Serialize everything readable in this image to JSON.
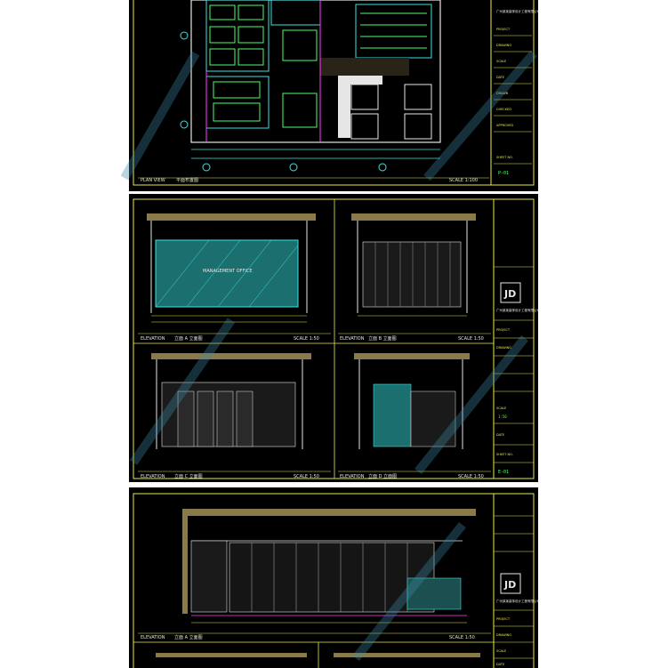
{
  "sheets": [
    {
      "label": "PLAN VIEW",
      "cn_label": "平面布置图",
      "scale": "SCALE 1:100",
      "title_block": [
        "广州某某装饰设计工程有限公司",
        "PROJECT",
        "DRAWING",
        "SCALE",
        "DATE",
        "DRAWN",
        "CHECKED",
        "APPROVED",
        "SHEET NO.",
        "P-01"
      ]
    },
    {
      "elevations": [
        {
          "label": "ELEVATION",
          "cn": "立面 A 立面图",
          "scale": "SCALE 1:50",
          "room_text": "MANAGEMENT OFFICE"
        },
        {
          "label": "ELEVATION",
          "cn": "立面 B 立面图",
          "scale": "SCALE 1:50"
        },
        {
          "label": "ELEVATION",
          "cn": "立面 C 立面图",
          "scale": "SCALE 1:50"
        },
        {
          "label": "ELEVATION",
          "cn": "立面 D 立面图",
          "scale": "SCALE 1:50"
        }
      ],
      "title_block": [
        "JD",
        "广州某某装饰设计工程有限公司",
        "PROJECT",
        "DRAWING",
        "SCALE",
        "1:50",
        "DATE",
        "SHEET NO.",
        "E-01"
      ]
    },
    {
      "elevations": [
        {
          "label": "ELEVATION",
          "cn": "立面 A 立面图",
          "scale": "SCALE 1:50"
        }
      ],
      "title_block": [
        "JD",
        "广州某某装饰设计工程有限公司",
        "PROJECT",
        "DRAWING",
        "SCALE",
        "DATE"
      ]
    }
  ],
  "colors": {
    "bg": "#000000",
    "frame": "#e8e84a",
    "cyan": "#3fe0e0",
    "green": "#4aff6a",
    "magenta": "#ff3fff",
    "white": "#e6e6e6",
    "red": "#ff3030",
    "hatch": "#8a7a4a",
    "watermark": "#3f8aa8"
  }
}
